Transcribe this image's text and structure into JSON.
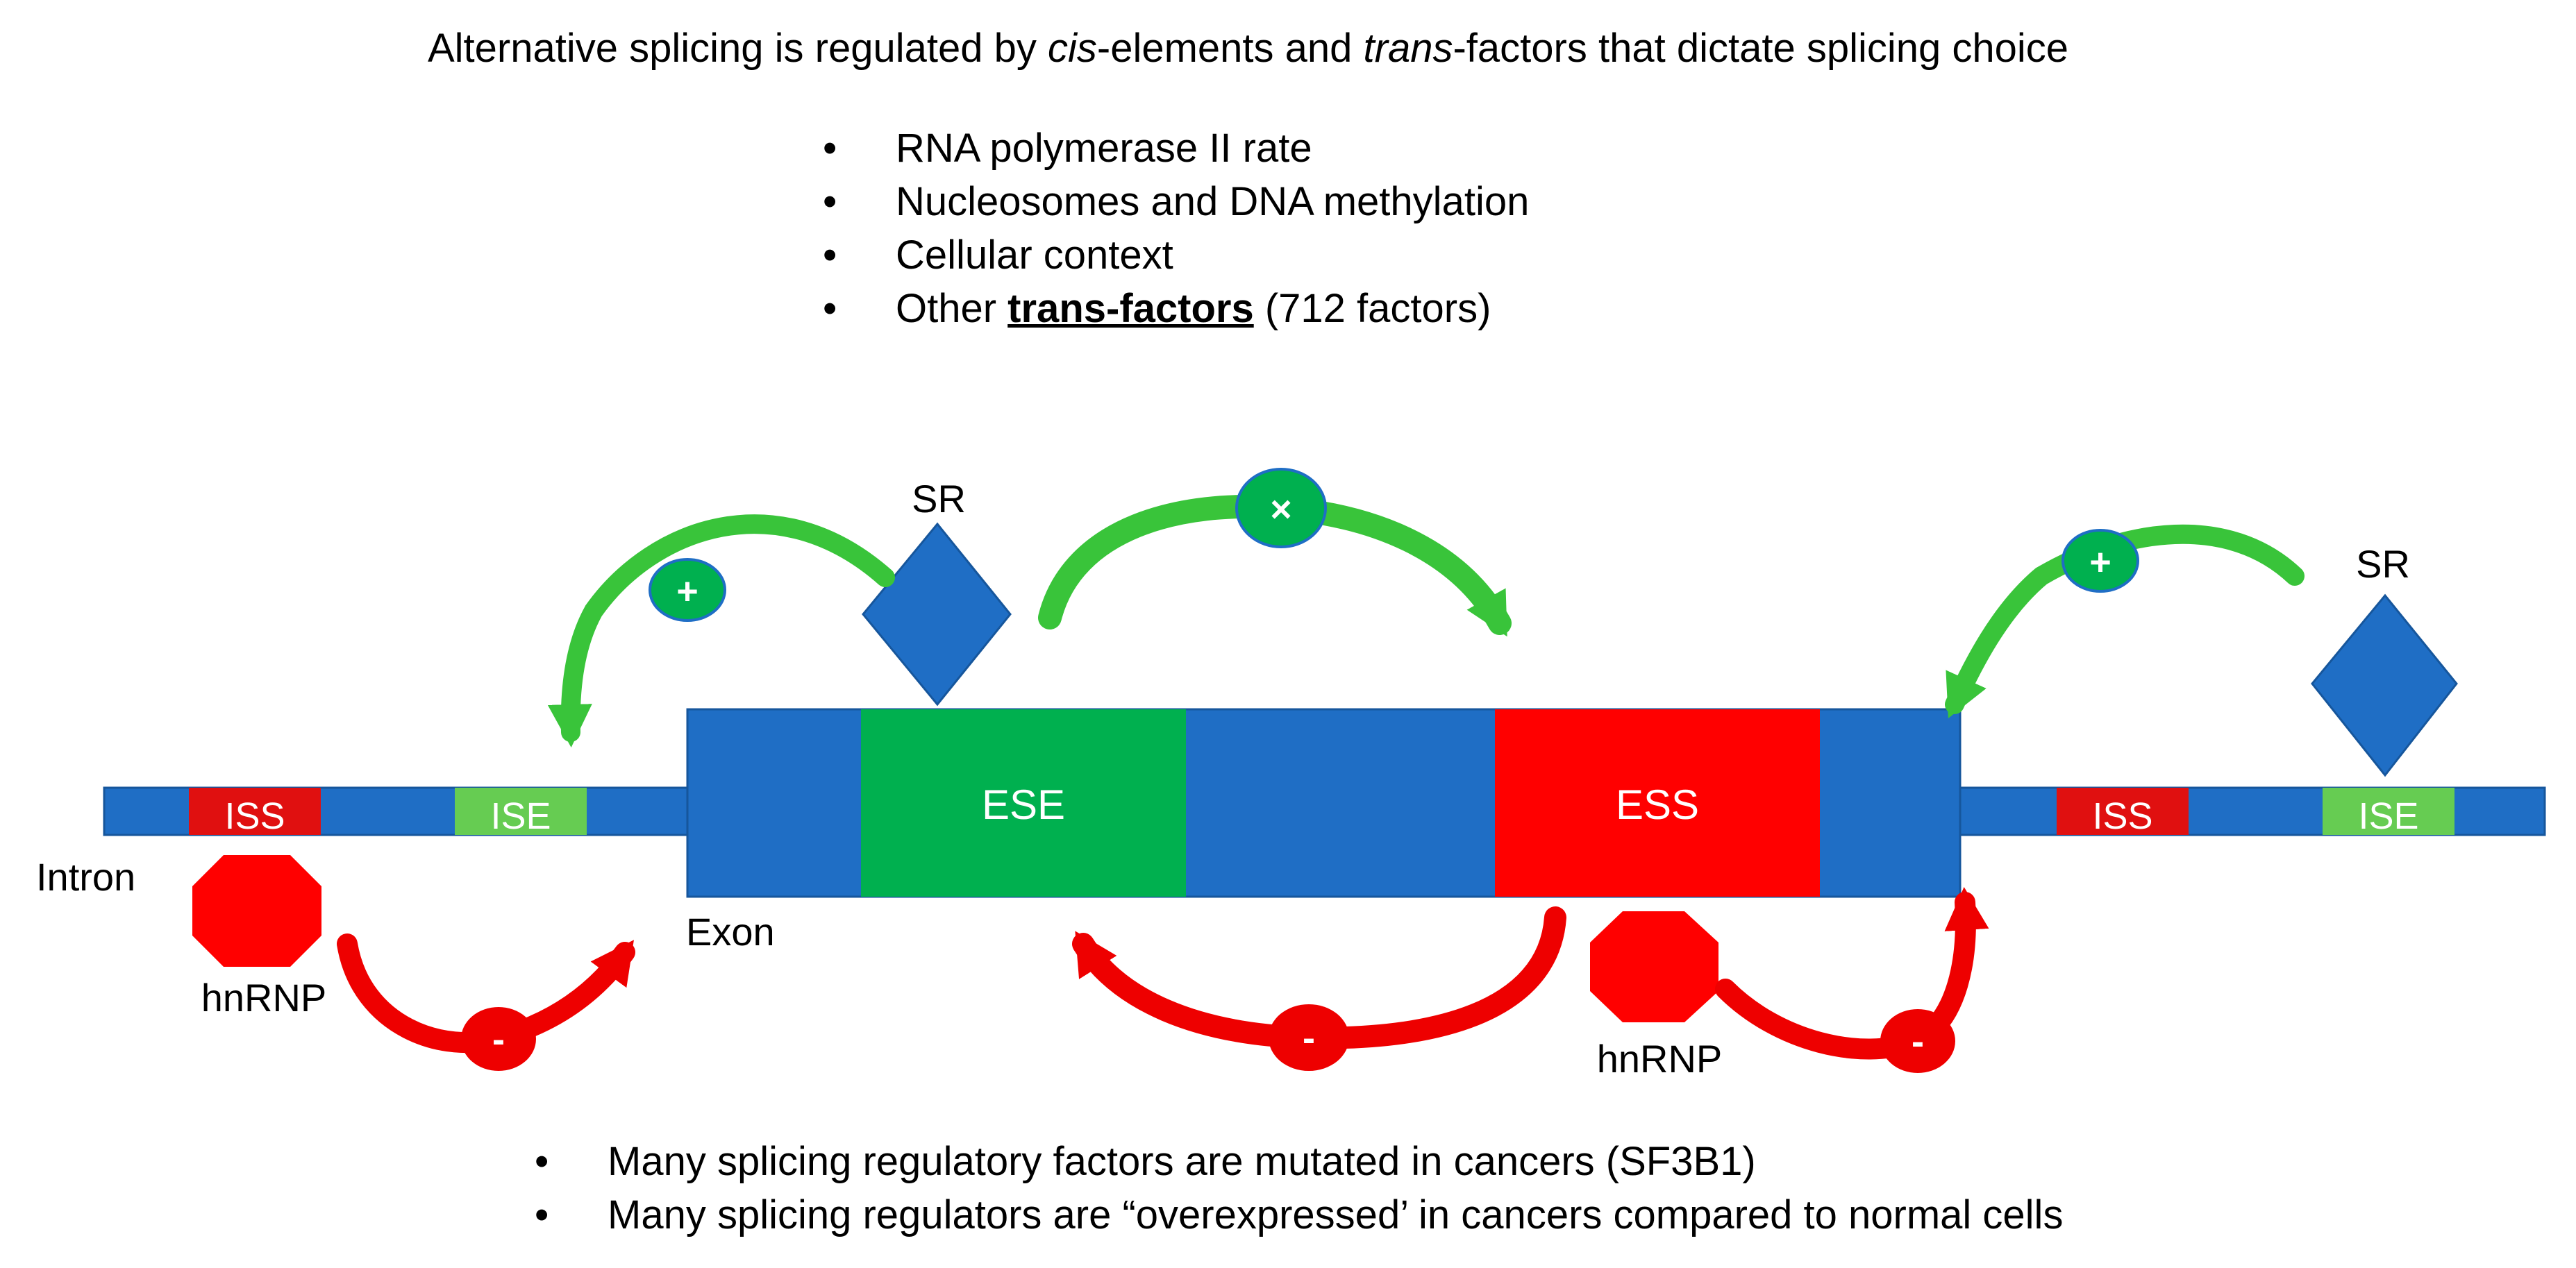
{
  "title": {
    "pre": "Alternative splicing is regulated by ",
    "cis": "cis",
    "mid": "-elements and ",
    "trans": "trans",
    "post": "-factors that dictate splicing choice"
  },
  "top_bullets": {
    "bullet": "•",
    "items": [
      "RNA polymerase II rate",
      "Nucleosomes and DNA methylation",
      "Cellular context"
    ],
    "last": {
      "pre": "Other ",
      "strong": "trans-factors",
      "post": " (712 factors)"
    }
  },
  "diagram": {
    "labels": {
      "intron": "Intron",
      "exon": "Exon",
      "sr_left": "SR",
      "sr_right": "SR",
      "hnrnp_left": "hnRNP",
      "hnrnp_right": "hnRNP"
    },
    "elements": {
      "iss_left": "ISS",
      "ise_left": "ISE",
      "ese": "ESE",
      "ess": "ESS",
      "iss_right": "ISS",
      "ise_right": "ISE"
    },
    "signs": {
      "plus_left": "+",
      "cross_top": "×",
      "plus_right": "+",
      "minus_left": "-",
      "minus_center": "-",
      "minus_right": "-"
    },
    "colors": {
      "rna_blue": "#1f6ec5",
      "enhancer_green": "#00b04f",
      "intronic_enhancer_green": "#66cc52",
      "silencer_red": "#ff0000",
      "iss_red": "#e01010",
      "activation_arrow_green": "#39c43a",
      "repression_arrow_red": "#ee0000"
    }
  },
  "bottom_bullets": {
    "bullet": "•",
    "items": [
      "Many splicing regulatory factors are mutated in cancers (SF3B1)",
      "Many splicing regulators are “overexpressed’ in cancers compared to normal cells"
    ]
  }
}
